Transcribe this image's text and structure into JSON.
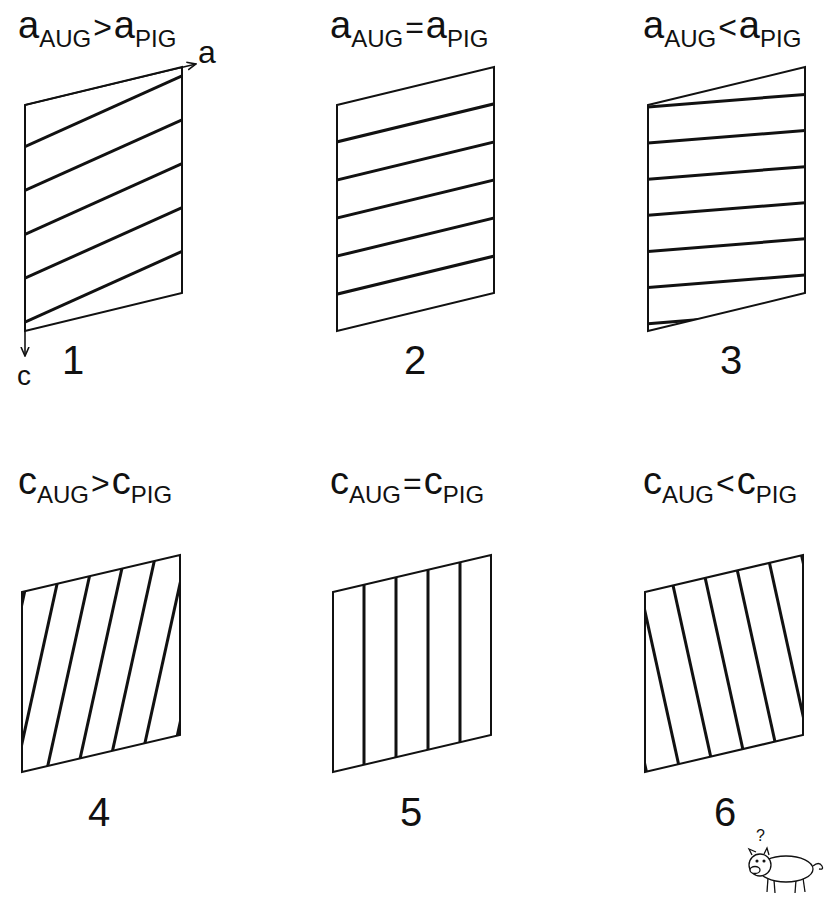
{
  "diagram": {
    "labels": [
      "a",
      "AUG",
      ">",
      "a",
      "PIG",
      "a",
      "AUG",
      "=",
      "a",
      "PIG",
      "a",
      "AUG",
      "<",
      "a",
      "PIG",
      "a",
      "c",
      "1",
      "2",
      "3",
      "c",
      "AUG",
      ">",
      "c",
      "PIG",
      "c",
      "AUG",
      "=",
      "c",
      "PIG",
      "c",
      "AUG",
      "<",
      "c",
      "PIG",
      "4",
      "5",
      "6",
      "?"
    ]
  }
}
